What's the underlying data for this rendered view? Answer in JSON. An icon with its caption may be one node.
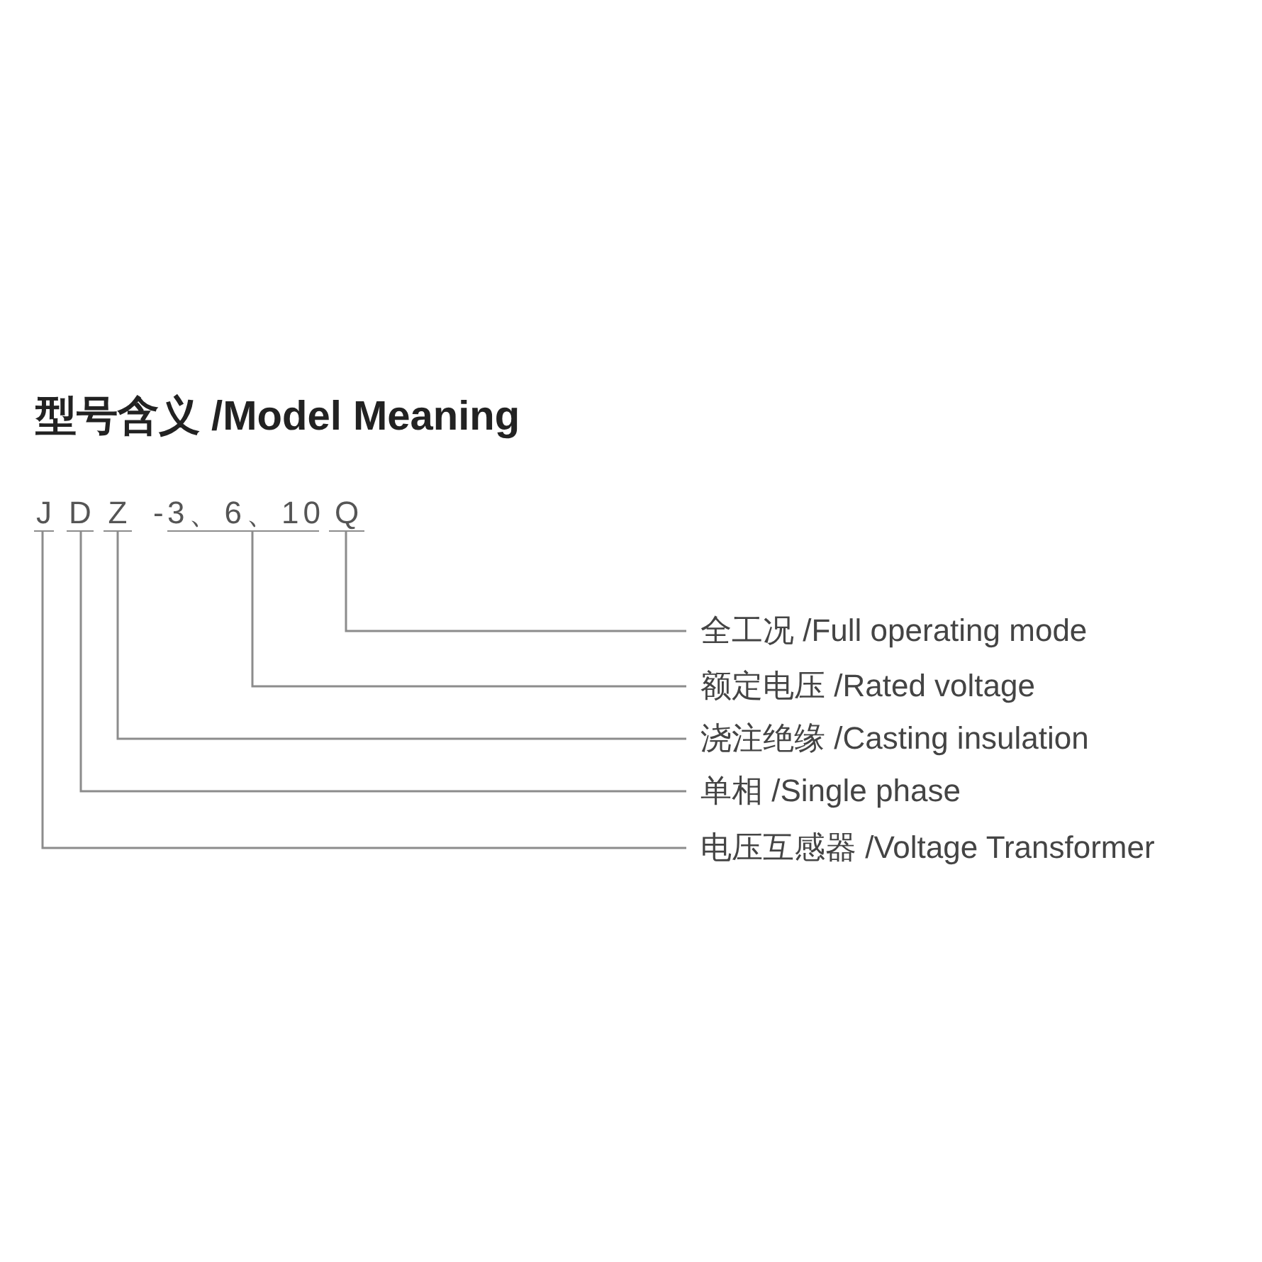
{
  "diagram": {
    "title": "型号含义 /Model Meaning",
    "nodes": [
      {
        "text": [
          "J"
        ]
      },
      {
        "text": [
          "D"
        ]
      },
      {
        "text": [
          "Z"
        ]
      },
      {
        "text": [
          "3、6、10"
        ]
      },
      {
        "text": [
          "Q"
        ]
      },
      {
        "text": [
          "全工况 /Full operating mode"
        ]
      },
      {
        "text": [
          "额定电压 /Rated voltage"
        ]
      },
      {
        "text": [
          "浇注绝缘 /Casting insulation"
        ]
      },
      {
        "text": [
          "单相 /Single phase"
        ]
      },
      {
        "text": [
          "电压互感器 /Voltage Transformer"
        ]
      }
    ],
    "edges": [
      {
        "from": 0,
        "to": 9,
        "arrow": "none"
      },
      {
        "from": 1,
        "to": 8,
        "arrow": "none"
      },
      {
        "from": 2,
        "to": 7,
        "arrow": "none"
      },
      {
        "from": 3,
        "to": 6,
        "arrow": "none"
      },
      {
        "from": 4,
        "to": 5,
        "arrow": "none"
      }
    ],
    "labels": [
      "-"
    ]
  }
}
